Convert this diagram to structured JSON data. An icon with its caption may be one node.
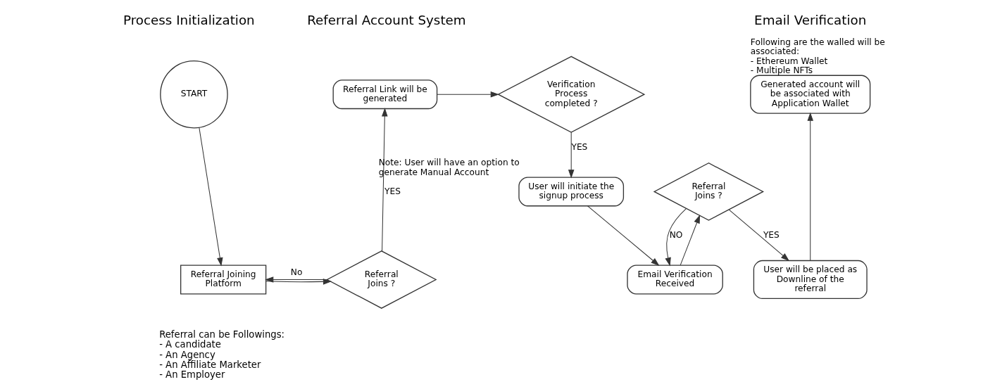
{
  "diagram": {
    "nodes": [
      {
        "text": [
          "START"
        ]
      },
      {
        "text": [
          "Referral Joining Platform"
        ],
        "beside": [
          "Referral can be Followings: - A candidate - An Agency - An Affiliate Marketer - An Employer"
        ]
      },
      {
        "text": [
          "Referral Joins ?"
        ]
      },
      {
        "text": [
          "Referral Link will be generated"
        ]
      },
      {
        "text": [
          "Verification Process completed ?"
        ]
      },
      {
        "text": [
          "User will initiate the signup process"
        ],
        "beside": [
          "Note: User will have an option to generate Manual Account"
        ]
      },
      {
        "text": [
          "Email Verification Received"
        ]
      },
      {
        "text": [
          "Referral Joins ?"
        ]
      },
      {
        "text": [
          "User will be placed as Downline of the referral"
        ]
      },
      {
        "text": [
          "Generated account will be associated with Application Wallet"
        ],
        "beside": [
          "Following are the walled will be associated: - Ethereum Wallet - Multiple NFTs"
        ]
      }
    ],
    "edges": [
      {
        "from": 0,
        "to": 1,
        "arrow": "to"
      },
      {
        "from": 1,
        "to": 2,
        "arrow": "to"
      },
      {
        "from": 2,
        "to": 1,
        "arrow": "to",
        "label": "No"
      },
      {
        "from": 2,
        "to": 3,
        "arrow": "to",
        "label": "YES"
      },
      {
        "from": 3,
        "to": 4,
        "arrow": "to"
      },
      {
        "from": 4,
        "to": 5,
        "arrow": "to",
        "label": "YES"
      },
      {
        "from": 5,
        "to": 6,
        "arrow": "to"
      },
      {
        "from": 6,
        "to": 7,
        "arrow": "to"
      },
      {
        "from": 7,
        "to": 6,
        "arrow": "to",
        "label": "NO"
      },
      {
        "from": 7,
        "to": 8,
        "arrow": "to",
        "label": "YES"
      },
      {
        "from": 8,
        "to": 9,
        "arrow": "to"
      }
    ],
    "labels": [
      "Process Initialization",
      "Referral Account System",
      "Email Verification"
    ]
  }
}
